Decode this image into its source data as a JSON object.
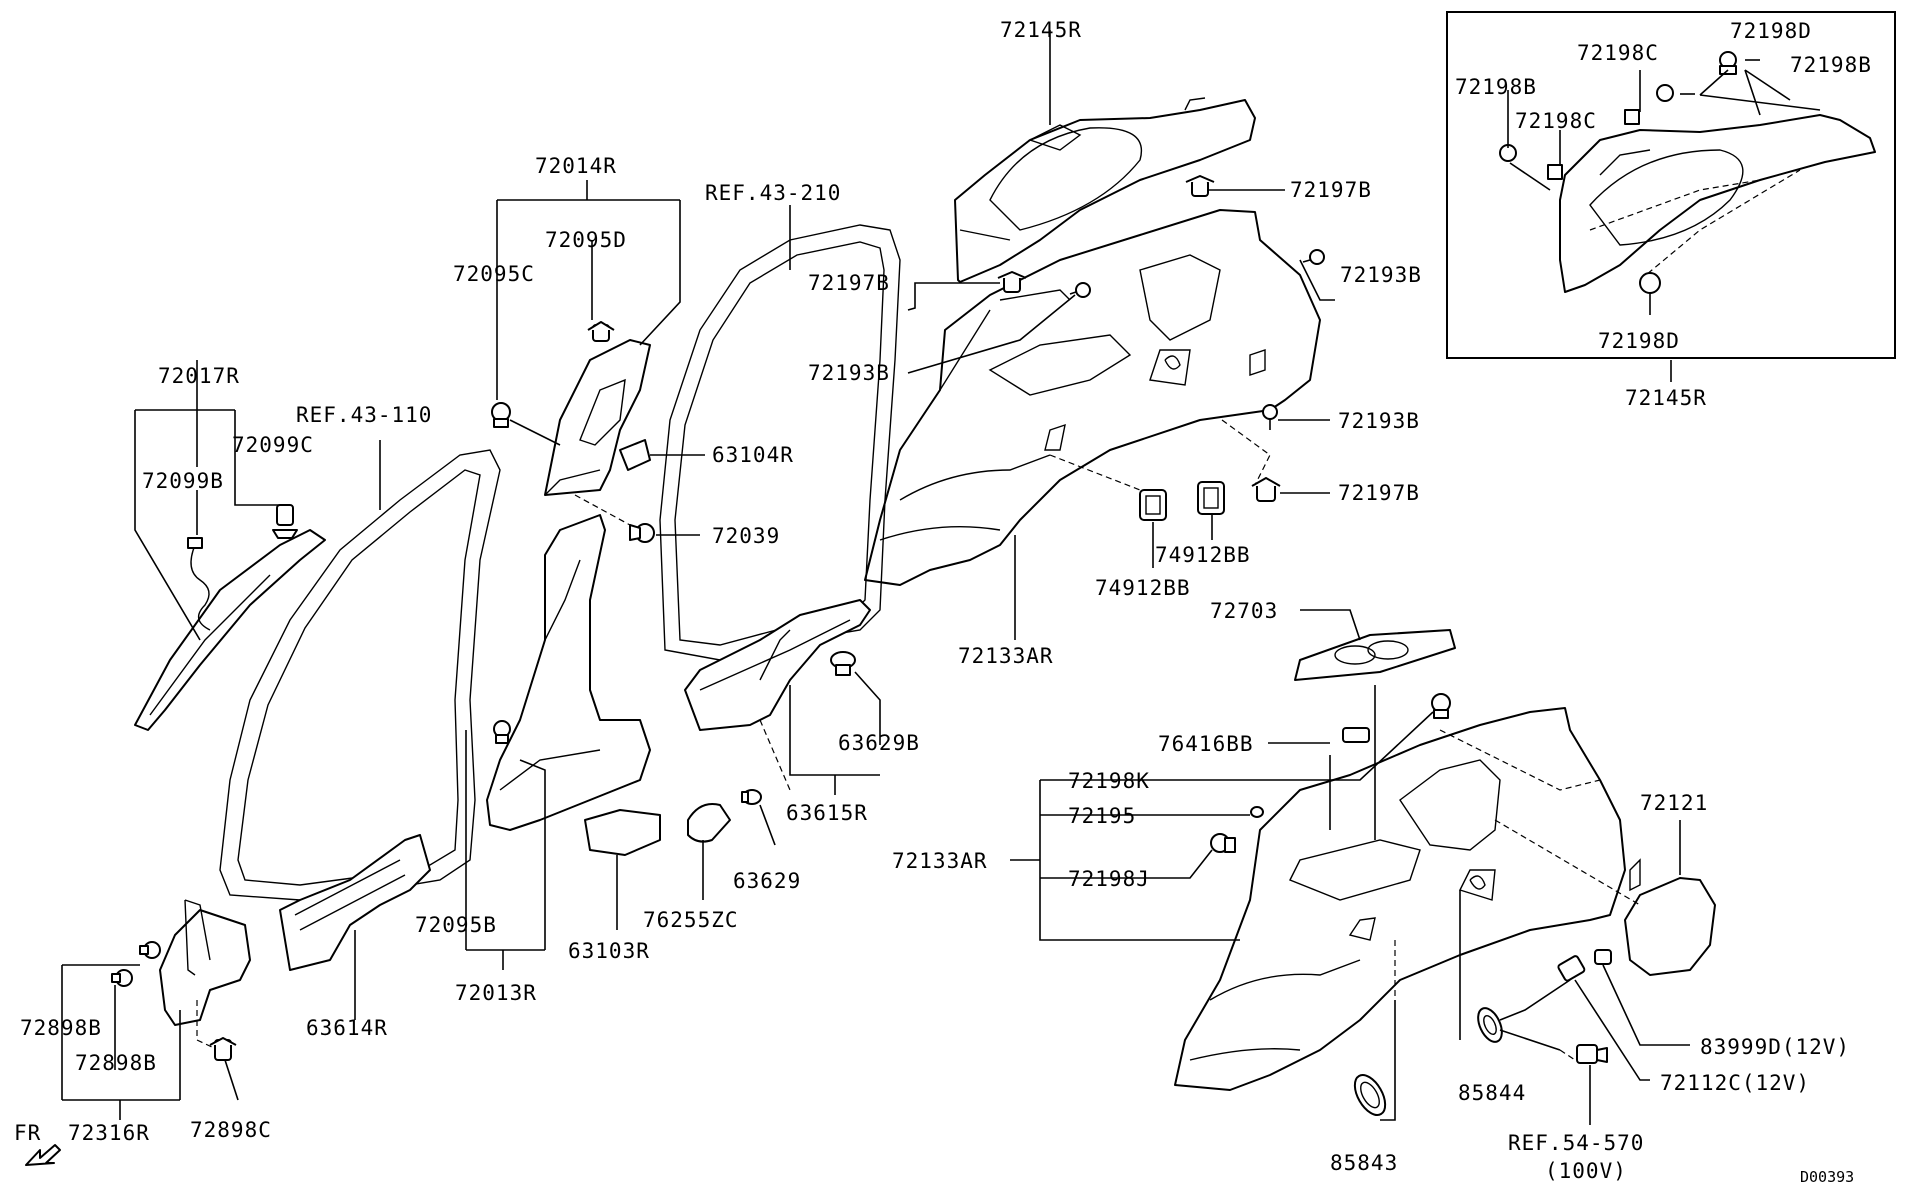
{
  "labels": {
    "p72145R_top": "72145R",
    "p72014R": "72014R",
    "ref43_210": "REF.43-210",
    "p72095D": "72095D",
    "p72095C": "72095C",
    "p72017R": "72017R",
    "ref43_110": "REF.43-110",
    "p72099C": "72099C",
    "p72099B": "72099B",
    "p63104R": "63104R",
    "p72039": "72039",
    "p72197B_a": "72197B",
    "p72197B_b": "72197B",
    "p72197B_c": "72197B",
    "p72193B_a": "72193B",
    "p72193B_b": "72193B",
    "p72193B_c": "72193B",
    "p74912BB_a": "74912BB",
    "p74912BB_b": "74912BB",
    "p72133AR_a": "72133AR",
    "p72133AR_b": "72133AR",
    "p72703": "72703",
    "p63629B": "63629B",
    "p63615R": "63615R",
    "p63629": "63629",
    "p76255ZC": "76255ZC",
    "p63103R": "63103R",
    "p72095B": "72095B",
    "p72013R": "72013R",
    "p63614R": "63614R",
    "p72898B_a": "72898B",
    "p72898B_b": "72898B",
    "p72316R": "72316R",
    "p72898C": "72898C",
    "fr": "FR",
    "p76416BB": "76416BB",
    "p72198K": "72198K",
    "p72195": "72195",
    "p72198J": "72198J",
    "p72121": "72121",
    "p83999D": "83999D(12V)",
    "p72112C": "72112C(12V)",
    "p85844": "85844",
    "p85843": "85843",
    "ref54_570": "REF.54-570",
    "ref54_570_sub": "(100V)",
    "diagram_code": "D00393",
    "inset_72198D_top": "72198D",
    "inset_72198C_a": "72198C",
    "inset_72198B_right": "72198B",
    "inset_72198B_left": "72198B",
    "inset_72198C_b": "72198C",
    "inset_72198D_bottom": "72198D",
    "inset_72145R": "72145R"
  }
}
